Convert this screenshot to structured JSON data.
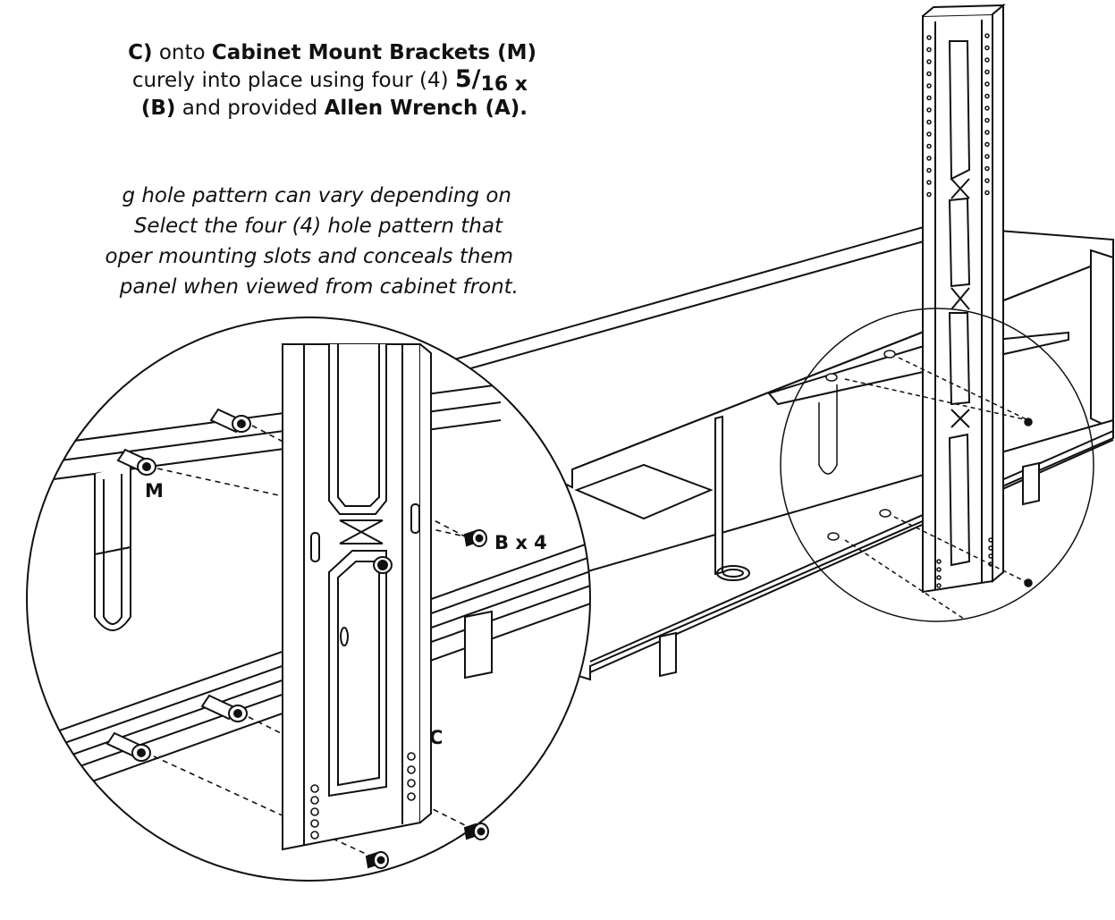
{
  "instructions": {
    "line1": {
      "a": "C)",
      "b": " onto ",
      "c": "Cabinet Mount Brackets (M)"
    },
    "line2": {
      "a": "curely into place using four (4) ",
      "b": "5/",
      "c": "16 x"
    },
    "line3": {
      "a": "(B)",
      "b": " and provided ",
      "c": "Allen Wrench (A)."
    },
    "note": [
      "g hole pattern can vary depending on",
      " Select the four (4) hole pattern that",
      "oper mounting slots and conceals them",
      "panel when viewed from cabinet front."
    ]
  },
  "callouts": {
    "bracket": "M",
    "bolts": "B x 4",
    "column": "C"
  }
}
